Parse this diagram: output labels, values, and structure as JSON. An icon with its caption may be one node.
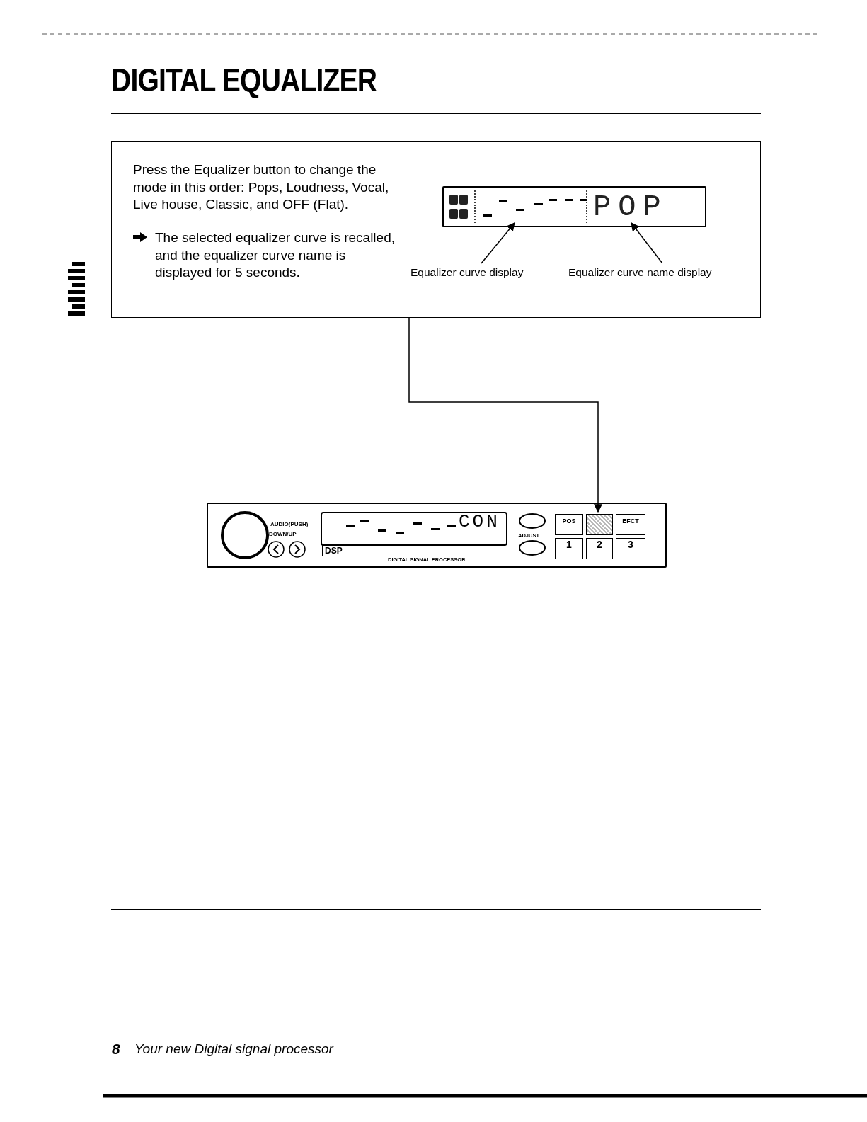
{
  "diagram": {
    "title": "DIGITAL EQUALIZER",
    "nodes": [
      {
        "text": [
          "Press the Equalizer button to change the mode in this order: Pops, Loudness, Vocal, Live house, Classic, and OFF (Flat).",
          "The selected equalizer curve is recalled, and the equalizer curve name is displayed for 5 seconds."
        ]
      },
      {
        "text": [],
        "shape": "picture",
        "in": 0
      },
      {
        "text": [],
        "shape": "box",
        "in": 1
      },
      {
        "text": [
          "POP"
        ],
        "in": 1
      },
      {
        "text": [
          "Equalizer curve display"
        ],
        "in": 0
      },
      {
        "text": [
          "Equalizer curve name display"
        ],
        "in": 0
      },
      {
        "text": [],
        "shape": "picture"
      },
      {
        "text": [
          "POS"
        ],
        "in": 6
      },
      {
        "text": [],
        "shape": "box",
        "in": 6
      },
      {
        "text": [
          "EFCT"
        ],
        "in": 6
      },
      {
        "text": [
          "1"
        ],
        "in": 6
      },
      {
        "text": [
          "2"
        ],
        "in": 6
      },
      {
        "text": [
          "3"
        ],
        "in": 6
      }
    ],
    "edges": [
      {
        "from": 4,
        "to": 2,
        "arrow": "to"
      },
      {
        "from": 5,
        "to": 3,
        "arrow": "to"
      },
      {
        "from": 0,
        "to": 8,
        "arrow": "to"
      }
    ],
    "labels": [
      "AUDIO(PUSH)",
      "DOWN/UP",
      "CON",
      "DSP",
      "DIGITAL SIGNAL PROCESSOR",
      "ADJUST",
      "8",
      "Your new Digital signal processor"
    ]
  }
}
